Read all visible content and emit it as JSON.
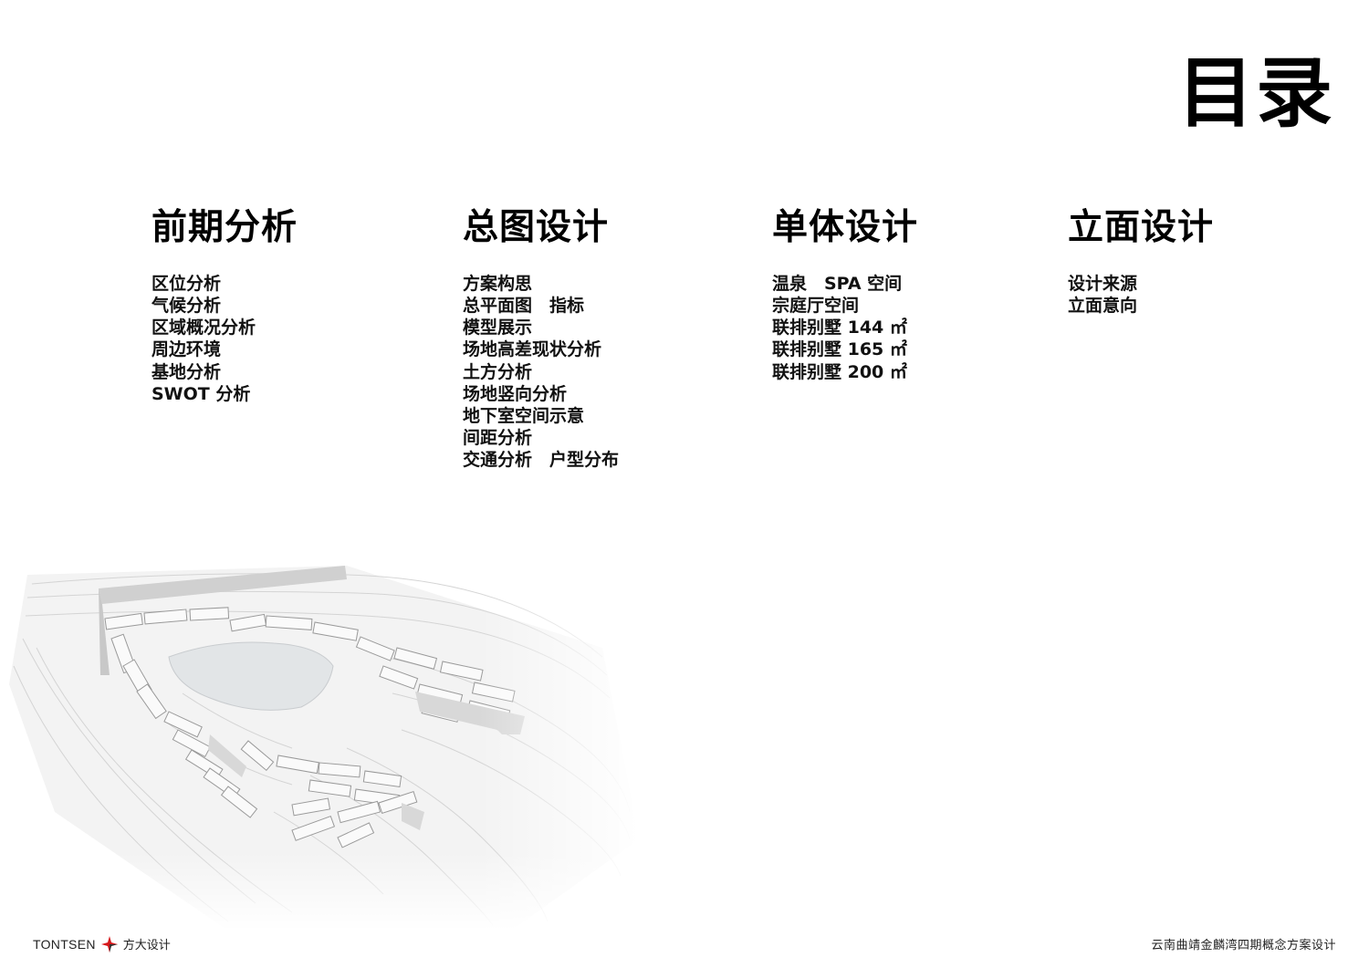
{
  "page_title": "目录",
  "sections": [
    {
      "heading": "前期分析",
      "items": [
        "区位分析",
        "气候分析",
        "区域概况分析",
        "周边环境",
        "基地分析",
        "SWOT 分析"
      ]
    },
    {
      "heading": "总图设计",
      "items": [
        "方案构思",
        "总平面图　指标",
        "模型展示",
        "场地高差现状分析",
        "土方分析",
        "场地竖向分析",
        "地下室空间示意",
        "间距分析",
        "交通分析　户型分布"
      ]
    },
    {
      "heading": "单体设计",
      "items": [
        "温泉　SPA 空间",
        "宗庭厅空间",
        "联排别墅 144 ㎡",
        "联排别墅 165 ㎡",
        "联排别墅 200 ㎡"
      ]
    },
    {
      "heading": "立面设计",
      "items": [
        "设计来源",
        "立面意向"
      ]
    }
  ],
  "footer": {
    "logo_en": "TONTSEN",
    "logo_cn": "方大设计",
    "project_title": "云南曲靖金麟湾四期概念方案设计"
  },
  "colors": {
    "logo_red": "#d7191c",
    "text": "#111111"
  }
}
